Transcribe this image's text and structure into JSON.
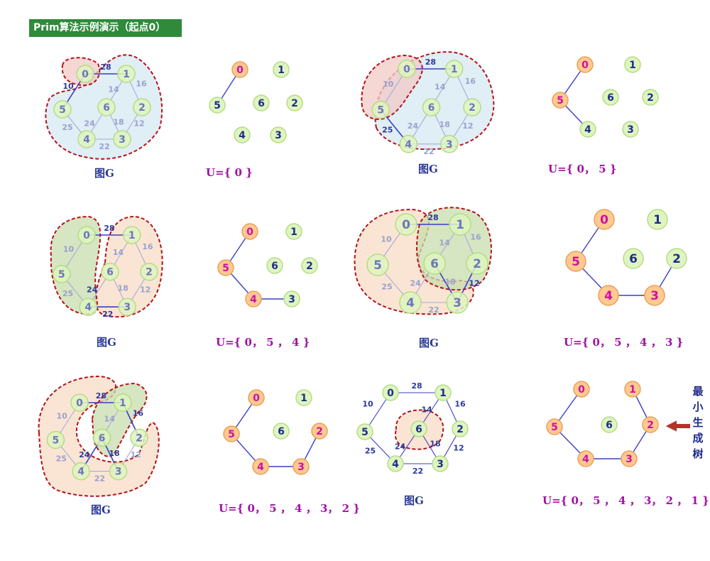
{
  "title": "Prim算法示例演示（起点0）",
  "colors": {
    "node_plain": "#dff5bf",
    "node_plain_stroke": "#b3dd85",
    "node_sel": "#ffc98f",
    "node_sel_stroke": "#e9a05a",
    "node_text": "#1f2d8c",
    "node_text_sel": "#cc10a8",
    "node_text_faint": "#6a78b8",
    "edge": "#3c3fc2",
    "edge_faint": "#a6acd8",
    "weight": "#2d3a9a",
    "weight_faint": "#9aa0cf",
    "blob_border": "#b5121b",
    "blob_red": "#f2c9c6",
    "blob_blue": "#d6e8f2",
    "blob_green": "#c8dcae",
    "blob_peach": "#f8dcc6",
    "u_text": "#a112a6",
    "caption_text": "#2b3a96",
    "arrow": "#b8302a"
  },
  "captions": {
    "graph_g": "图G",
    "u1": "U={ 0 }",
    "u2": "U={ 0， 5 }",
    "u3": "U={ 0， 5 ， 4 }",
    "u4": "U={ 0， 5 ， 4 ， 3 }",
    "u5": "U={ 0， 5 ， 4 ， 3， 2 }",
    "u6": "U={ 0， 5 ， 4 ， 3， 2 ， 1 }"
  },
  "mst_label": [
    "最",
    "小",
    "生",
    "成",
    "树"
  ],
  "graph": {
    "node_ids": [
      "0",
      "1",
      "2",
      "3",
      "4",
      "5",
      "6"
    ],
    "edges": [
      {
        "a": "0",
        "b": "1",
        "w": "28"
      },
      {
        "a": "0",
        "b": "5",
        "w": "10"
      },
      {
        "a": "1",
        "b": "6",
        "w": "14"
      },
      {
        "a": "1",
        "b": "2",
        "w": "16"
      },
      {
        "a": "2",
        "b": "3",
        "w": "12"
      },
      {
        "a": "3",
        "b": "4",
        "w": "22"
      },
      {
        "a": "3",
        "b": "6",
        "w": "18"
      },
      {
        "a": "4",
        "b": "6",
        "w": "24"
      },
      {
        "a": "4",
        "b": "5",
        "w": "25"
      }
    ]
  },
  "steps": [
    {
      "graph_caption": "图G",
      "u_caption": "U={ 0 }",
      "selected": [
        "0"
      ],
      "tree_edges": [
        [
          "0",
          "5"
        ]
      ]
    },
    {
      "graph_caption": "图G",
      "u_caption": "U={ 0， 5 }",
      "selected": [
        "0",
        "5"
      ],
      "tree_edges": [
        [
          "0",
          "5"
        ],
        [
          "5",
          "4"
        ]
      ]
    },
    {
      "graph_caption": "图G",
      "u_caption": "U={ 0， 5 ， 4 }",
      "selected": [
        "0",
        "5",
        "4"
      ],
      "tree_edges": [
        [
          "0",
          "5"
        ],
        [
          "5",
          "4"
        ],
        [
          "4",
          "3"
        ]
      ]
    },
    {
      "graph_caption": "图G",
      "u_caption": "U={ 0， 5 ， 4 ， 3 }",
      "selected": [
        "0",
        "5",
        "4",
        "3"
      ],
      "tree_edges": [
        [
          "0",
          "5"
        ],
        [
          "5",
          "4"
        ],
        [
          "4",
          "3"
        ],
        [
          "3",
          "2"
        ]
      ]
    },
    {
      "graph_caption": "图G",
      "u_caption": "U={ 0， 5 ， 4 ， 3， 2 }",
      "selected": [
        "0",
        "5",
        "4",
        "3",
        "2"
      ],
      "tree_edges": [
        [
          "0",
          "5"
        ],
        [
          "5",
          "4"
        ],
        [
          "4",
          "3"
        ],
        [
          "3",
          "2"
        ]
      ]
    },
    {
      "graph_caption": "图G",
      "u_caption": "U={ 0， 5 ， 4 ， 3， 2 ， 1 }",
      "selected": [
        "0",
        "5",
        "4",
        "3",
        "2",
        "1"
      ],
      "tree_edges": [
        [
          "0",
          "5"
        ],
        [
          "5",
          "4"
        ],
        [
          "4",
          "3"
        ],
        [
          "3",
          "2"
        ],
        [
          "2",
          "1"
        ]
      ]
    }
  ]
}
